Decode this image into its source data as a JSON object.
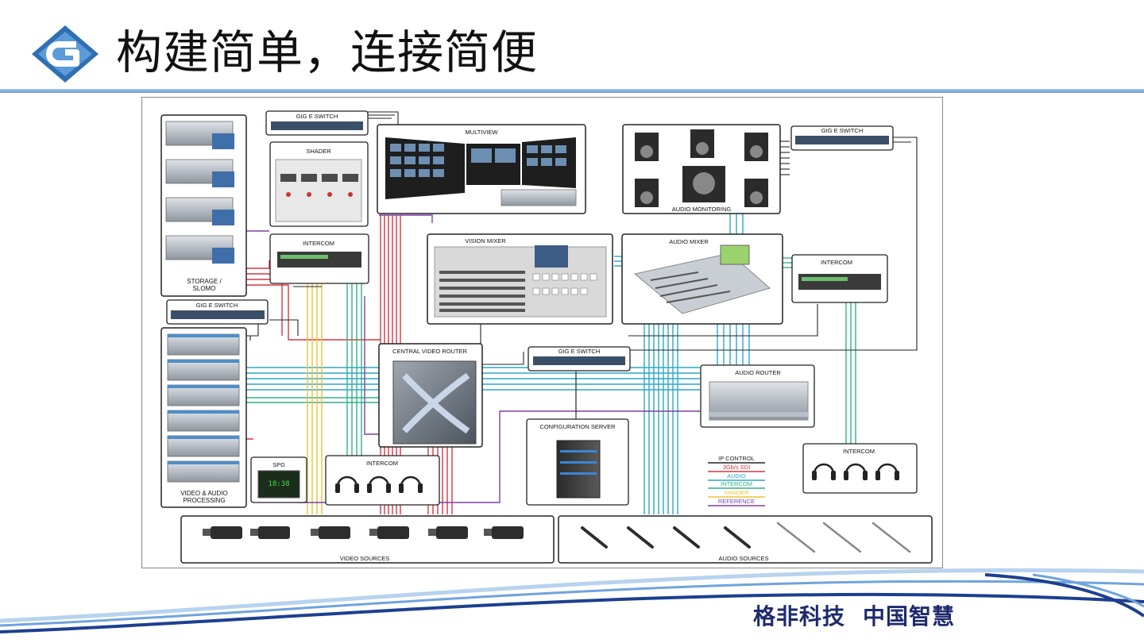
{
  "header": {
    "title": "构建简单，连接简便",
    "logo_letter": "G"
  },
  "diagram": {
    "storage_label_1": "STORAGE /",
    "storage_label_2": "SLOMO",
    "gig_switch_label": "GIG E SWITCH",
    "shader_label": "SHADER",
    "multiview_label": "MULTIVIEW",
    "audio_monitoring_label": "AUDIO MONITORING",
    "intercom_label": "INTERCOM",
    "vision_mixer_label": "VISION MIXER",
    "audio_mixer_label": "AUDIO MIXER",
    "central_router_label": "CENTRAL VIDEO ROUTER",
    "audio_router_label": "AUDIO ROUTER",
    "config_server_label": "CONFIGURATION SERVER",
    "spg_label": "SPG",
    "spg_time": "18:38",
    "processing_label_1": "VIDEO & AUDIO",
    "processing_label_2": "PROCESSING",
    "video_sources_label": "VIDEO SOURCES",
    "audio_sources_label": "AUDIO SOURCES",
    "legend": [
      {
        "label": "IP CONTROL",
        "color": "#222222"
      },
      {
        "label": "3Gb/s SDI",
        "color": "#d9363e"
      },
      {
        "label": "AUDIO",
        "color": "#2aa7c9"
      },
      {
        "label": "INTERCOM",
        "color": "#2fb28a"
      },
      {
        "label": "SHADER",
        "color": "#f1c232"
      },
      {
        "label": "REFERENCE",
        "color": "#7d3fa8"
      }
    ]
  },
  "footer": {
    "slogan_company": "格非科技",
    "slogan_tag": "中国智慧"
  }
}
